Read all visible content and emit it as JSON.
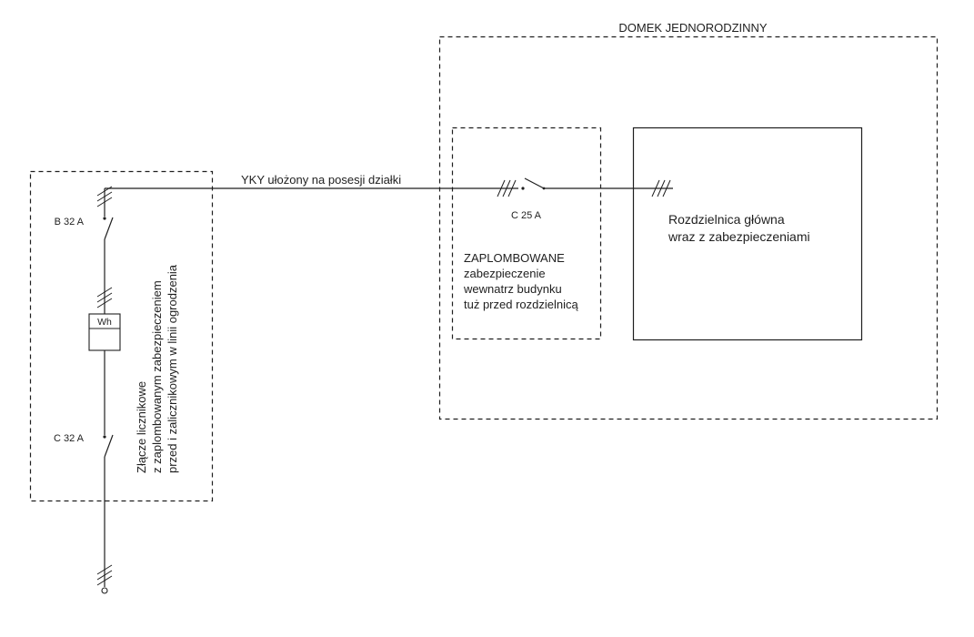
{
  "diagram": {
    "house_title": "DOMEK JEDNORODZINNY",
    "cable_label": "YKY ułożony na posesji działki",
    "meter": {
      "label": "Wh"
    },
    "breakers": {
      "b32": "B 32 A",
      "c32": "C 32 A",
      "c25": "C 25 A"
    },
    "junction_note": {
      "line1": "Złącze licznikowe",
      "line2": "z zaplombowanym zabezpieczeniem",
      "line3": "przed i zalicznikowym w linii ogrodzenia"
    },
    "sealed_note": {
      "line1": "ZAPLOMBOWANE",
      "line2": "zabezpieczenie",
      "line3": "wewnatrz budynku",
      "line4": "tuż przed rozdzielnicą"
    },
    "switchboard": {
      "line1": "Rozdzielnica główna",
      "line2": "wraz z zabezpieczeniami"
    }
  },
  "colors": {
    "ink": "#1f1f1f",
    "background": "#ffffff"
  }
}
